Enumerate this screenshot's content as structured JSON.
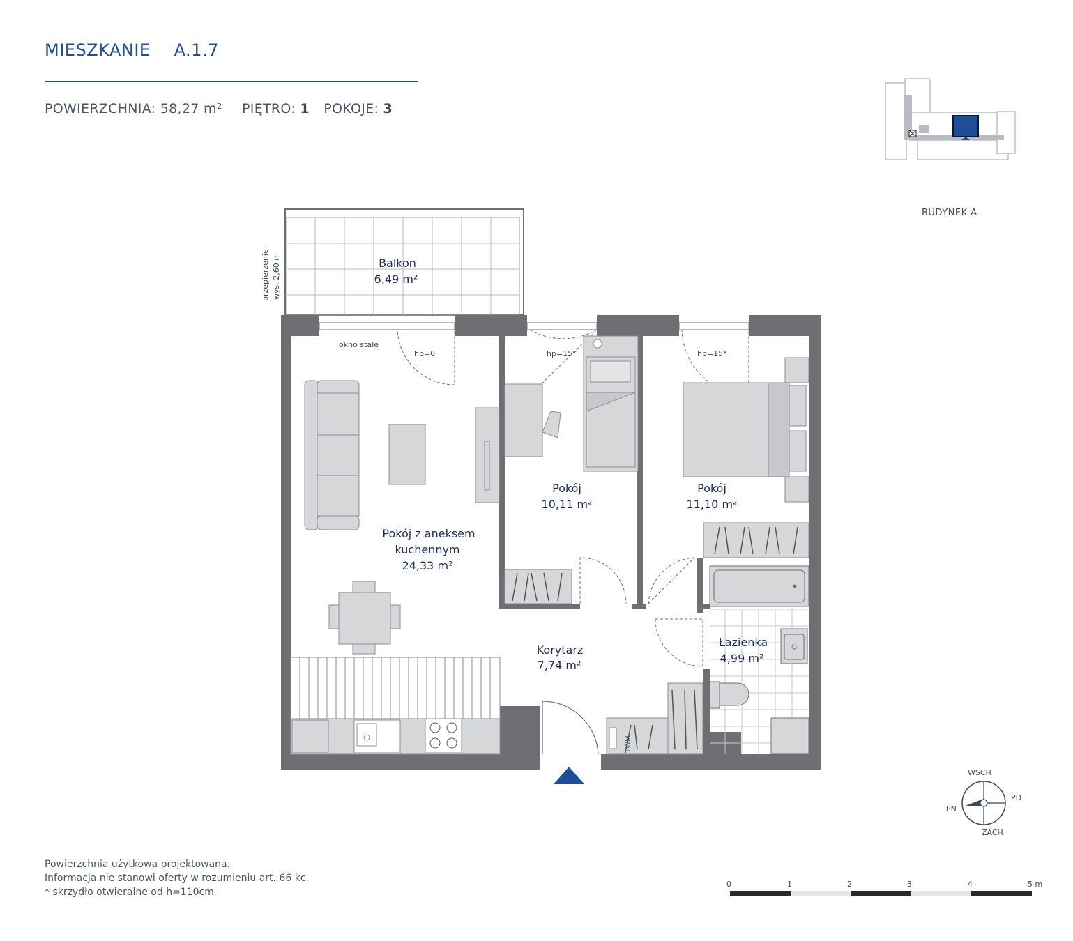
{
  "header": {
    "title": "MIESZKANIE",
    "code": "A.1.7",
    "area_label": "POWIERZCHNIA:",
    "area_value": "58,27 m²",
    "floor_label": "PIĘTRO:",
    "floor_value": "1",
    "rooms_label": "POKOJE:",
    "rooms_value": "3"
  },
  "building": {
    "label": "BUDYNEK A"
  },
  "plan": {
    "balcony": {
      "name": "Balkon",
      "area": "6,49 m²",
      "partition_line1": "przepierzenie",
      "partition_line2": "wys. 2,60 m"
    },
    "living": {
      "name_line1": "Pokój z aneksem",
      "name_line2": "kuchennym",
      "area": "24,33 m²"
    },
    "room1": {
      "name": "Pokój",
      "area": "10,11 m²"
    },
    "room2": {
      "name": "Pokój",
      "area": "11,10 m²"
    },
    "corridor": {
      "name": "Korytarz",
      "area": "7,74 m²"
    },
    "bathroom": {
      "name": "Łazienka",
      "area": "4,99 m²"
    },
    "windows": {
      "fixed": "okno stałe",
      "hp0": "hp=0",
      "hp15a": "hp=15*",
      "hp15b": "hp=15*"
    },
    "washer_label": "TWM"
  },
  "compass": {
    "north_east": "WSCH",
    "east": "PD",
    "west": "PN",
    "south": "ZACH"
  },
  "scale": {
    "ticks": [
      "0",
      "1",
      "2",
      "3",
      "4",
      "5 m"
    ]
  },
  "notes": [
    "Powierzchnia użytkowa projektowana.",
    "Informacja nie stanowi oferty w rozumieniu art. 66 kc.",
    "* skrzydło otwieralne od h=110cm"
  ],
  "colors": {
    "brand": "#1f4e96",
    "wall": "#6d6f73",
    "furniture": "#d6d7d9",
    "text": "#1b2f52"
  }
}
